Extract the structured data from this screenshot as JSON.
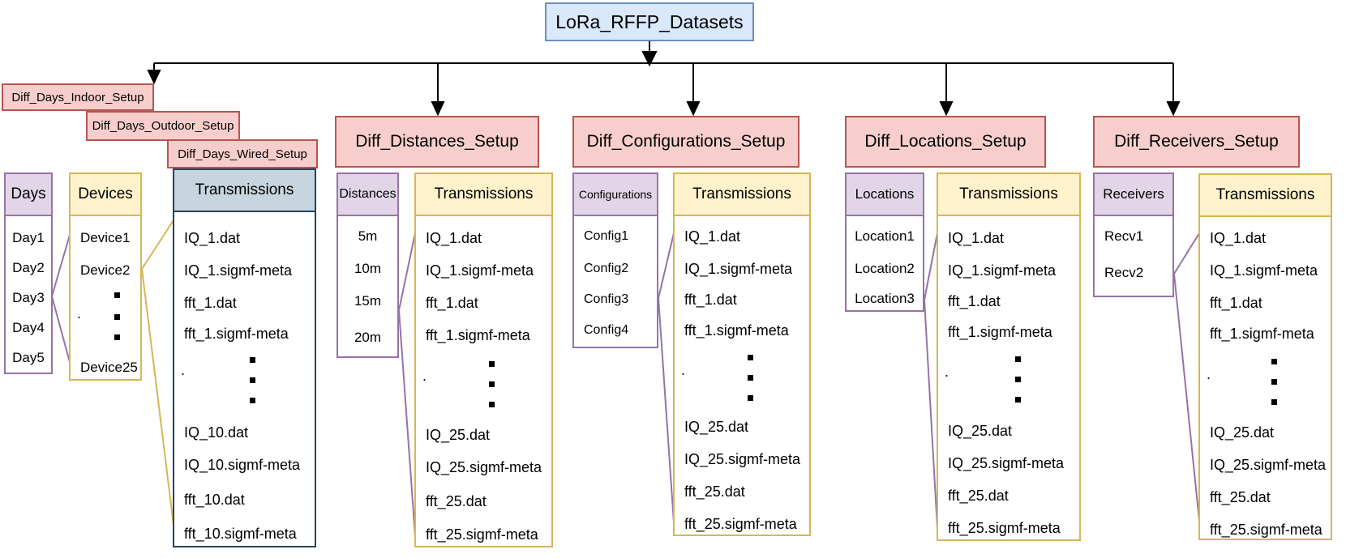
{
  "root": {
    "label": "LoRa_RFFP_Datasets"
  },
  "colors": {
    "root_fill": "#dae8fc",
    "root_border": "#6c8ebf",
    "setup_fill": "#f8cecc",
    "setup_border": "#b85450",
    "yellow_fill": "#fff2cc",
    "yellow_border": "#d6b656",
    "purple_fill": "#e1d5e7",
    "purple_border": "#9673a6",
    "slate_fill": "#c6d5de",
    "slate_border": "#23445d",
    "connector": "#000000"
  },
  "groups": [
    {
      "setups": [
        "Diff_Days_Indoor_Setup",
        "Diff_Days_Outdoor_Setup",
        "Diff_Days_Wired_Setup"
      ],
      "days": {
        "header": "Days",
        "items": [
          "Day1",
          "Day2",
          "Day3",
          "Day4",
          "Day5"
        ]
      },
      "devices": {
        "header": "Devices",
        "items_top": [
          "Device1",
          "Device2"
        ],
        "side_dot": ".",
        "items_bottom": [
          "Device25"
        ]
      },
      "transmissions": {
        "header": "Transmissions",
        "items_top": [
          "IQ_1.dat",
          "IQ_1.sigmf-meta",
          "fft_1.dat",
          "fft_1.sigmf-meta"
        ],
        "side_dot": ".",
        "items_bottom": [
          "IQ_10.dat",
          "IQ_10.sigmf-meta",
          "fft_10.dat",
          "fft_10.sigmf-meta"
        ]
      }
    },
    {
      "setups": [
        "Diff_Distances_Setup"
      ],
      "key_column": {
        "header": "Distances",
        "items": [
          "5m",
          "10m",
          "15m",
          "20m"
        ]
      },
      "transmissions": {
        "header": "Transmissions",
        "items_top": [
          "IQ_1.dat",
          "IQ_1.sigmf-meta",
          "fft_1.dat",
          "fft_1.sigmf-meta"
        ],
        "side_dot": ".",
        "items_bottom": [
          "IQ_25.dat",
          "IQ_25.sigmf-meta",
          "fft_25.dat",
          "fft_25.sigmf-meta"
        ]
      }
    },
    {
      "setups": [
        "Diff_Configurations_Setup"
      ],
      "key_column": {
        "header": "Configurations",
        "items": [
          "Config1",
          "Config2",
          "Config3",
          "Config4"
        ]
      },
      "transmissions": {
        "header": "Transmissions",
        "items_top": [
          "IQ_1.dat",
          "IQ_1.sigmf-meta",
          "fft_1.dat",
          "fft_1.sigmf-meta"
        ],
        "side_dot": ".",
        "items_bottom": [
          "IQ_25.dat",
          "IQ_25.sigmf-meta",
          "fft_25.dat",
          "fft_25.sigmf-meta"
        ]
      }
    },
    {
      "setups": [
        "Diff_Locations_Setup"
      ],
      "key_column": {
        "header": "Locations",
        "items": [
          "Location1",
          "Location2",
          "Location3"
        ]
      },
      "transmissions": {
        "header": "Transmissions",
        "items_top": [
          "IQ_1.dat",
          "IQ_1.sigmf-meta",
          "fft_1.dat",
          "fft_1.sigmf-meta"
        ],
        "side_dot": ".",
        "items_bottom": [
          "IQ_25.dat",
          "IQ_25.sigmf-meta",
          "fft_25.dat",
          "fft_25.sigmf-meta"
        ]
      }
    },
    {
      "setups": [
        "Diff_Receivers_Setup"
      ],
      "key_column": {
        "header": "Receivers",
        "items": [
          "Recv1",
          "Recv2"
        ]
      },
      "transmissions": {
        "header": "Transmissions",
        "items_top": [
          "IQ_1.dat",
          "IQ_1.sigmf-meta",
          "fft_1.dat",
          "fft_1.sigmf-meta"
        ],
        "side_dot": ".",
        "items_bottom": [
          "IQ_25.dat",
          "IQ_25.sigmf-meta",
          "fft_25.dat",
          "fft_25.sigmf-meta"
        ]
      }
    }
  ]
}
